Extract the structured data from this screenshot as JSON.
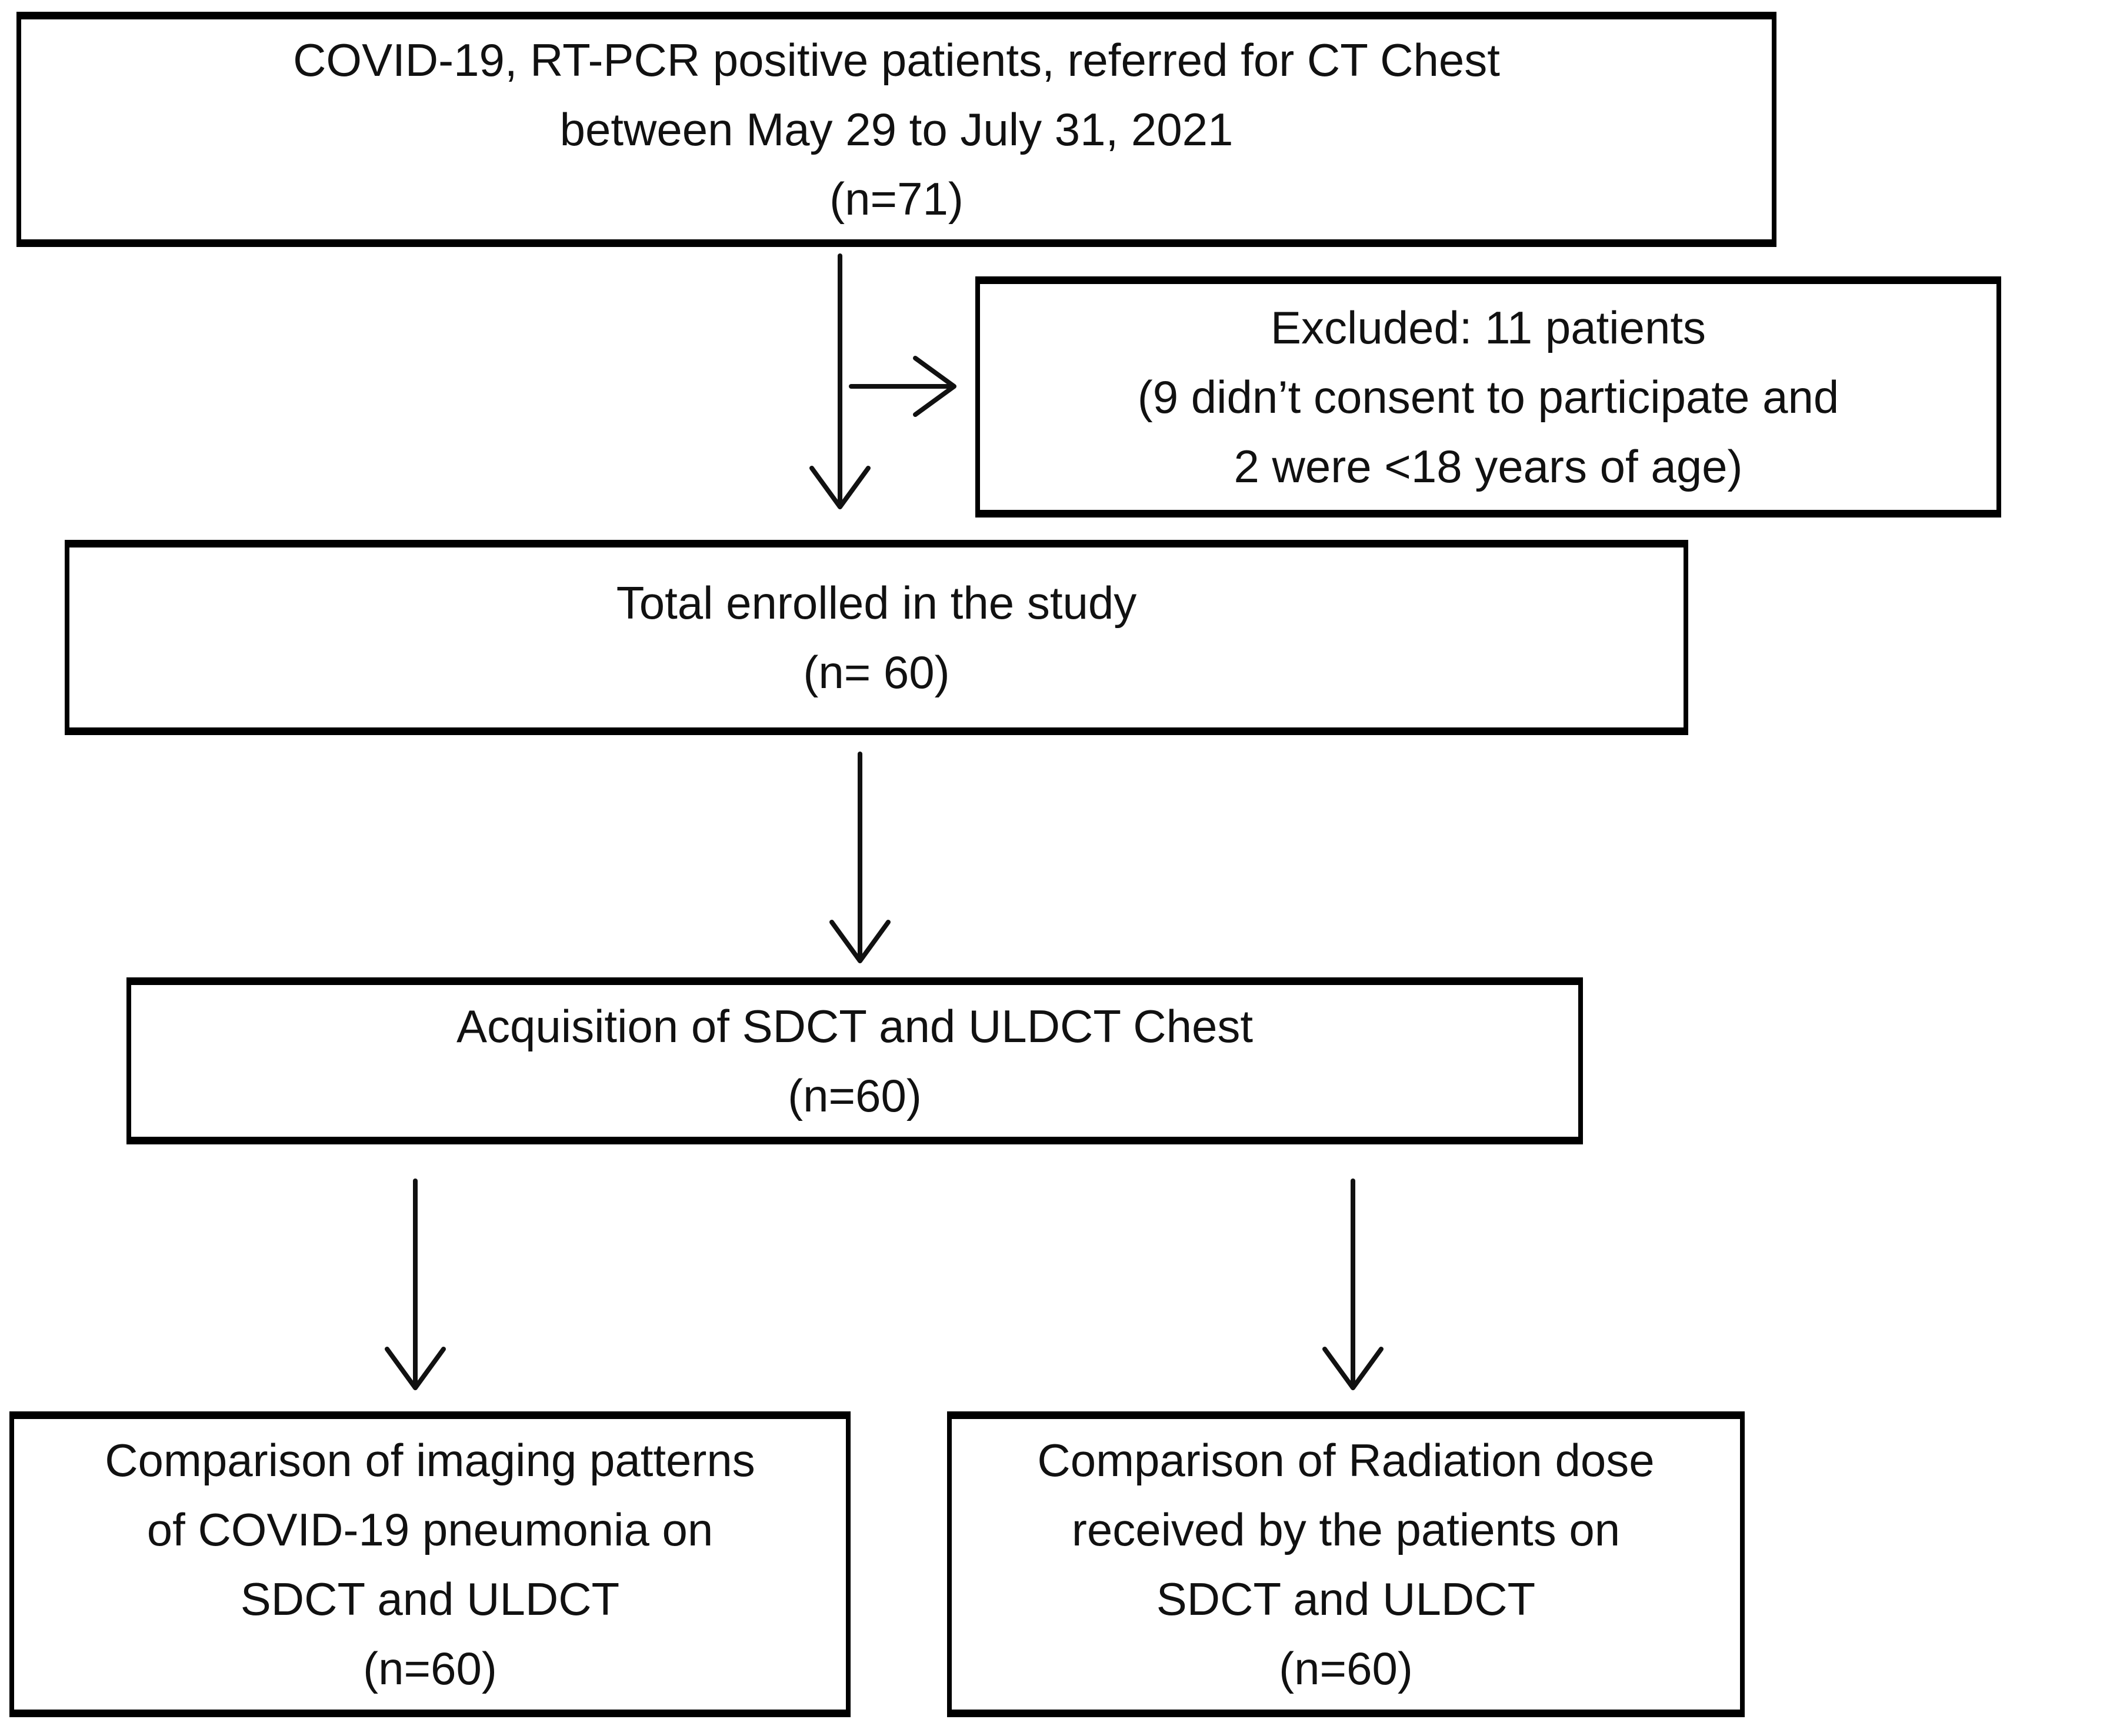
{
  "diagram": {
    "title": "COVID-19 CT study enrollment flowchart",
    "colors": {
      "background": "#ffffff",
      "border": "#000000",
      "text": "#111111",
      "arrow": "#111111"
    },
    "boxes": {
      "referred": {
        "lines": [
          "COVID-19, RT-PCR positive patients, referred for CT Chest",
          "between May 29 to July 31, 2021",
          "(n=71)"
        ]
      },
      "excluded": {
        "lines": [
          "Excluded: 11 patients",
          "(9 didn’t consent to participate and",
          "2 were <18 years of age)"
        ]
      },
      "enrolled": {
        "lines": [
          "Total enrolled in the study",
          "(n= 60)"
        ]
      },
      "acquisition": {
        "lines": [
          "Acquisition of SDCT and ULDCT Chest",
          "(n=60)"
        ]
      },
      "imaging": {
        "lines": [
          "Comparison of imaging patterns",
          "of COVID-19 pneumonia on",
          "SDCT and ULDCT",
          "(n=60)"
        ]
      },
      "radiation": {
        "lines": [
          "Comparison of Radiation dose",
          "received by the patients on",
          "SDCT and ULDCT",
          "(n=60)"
        ]
      }
    }
  }
}
